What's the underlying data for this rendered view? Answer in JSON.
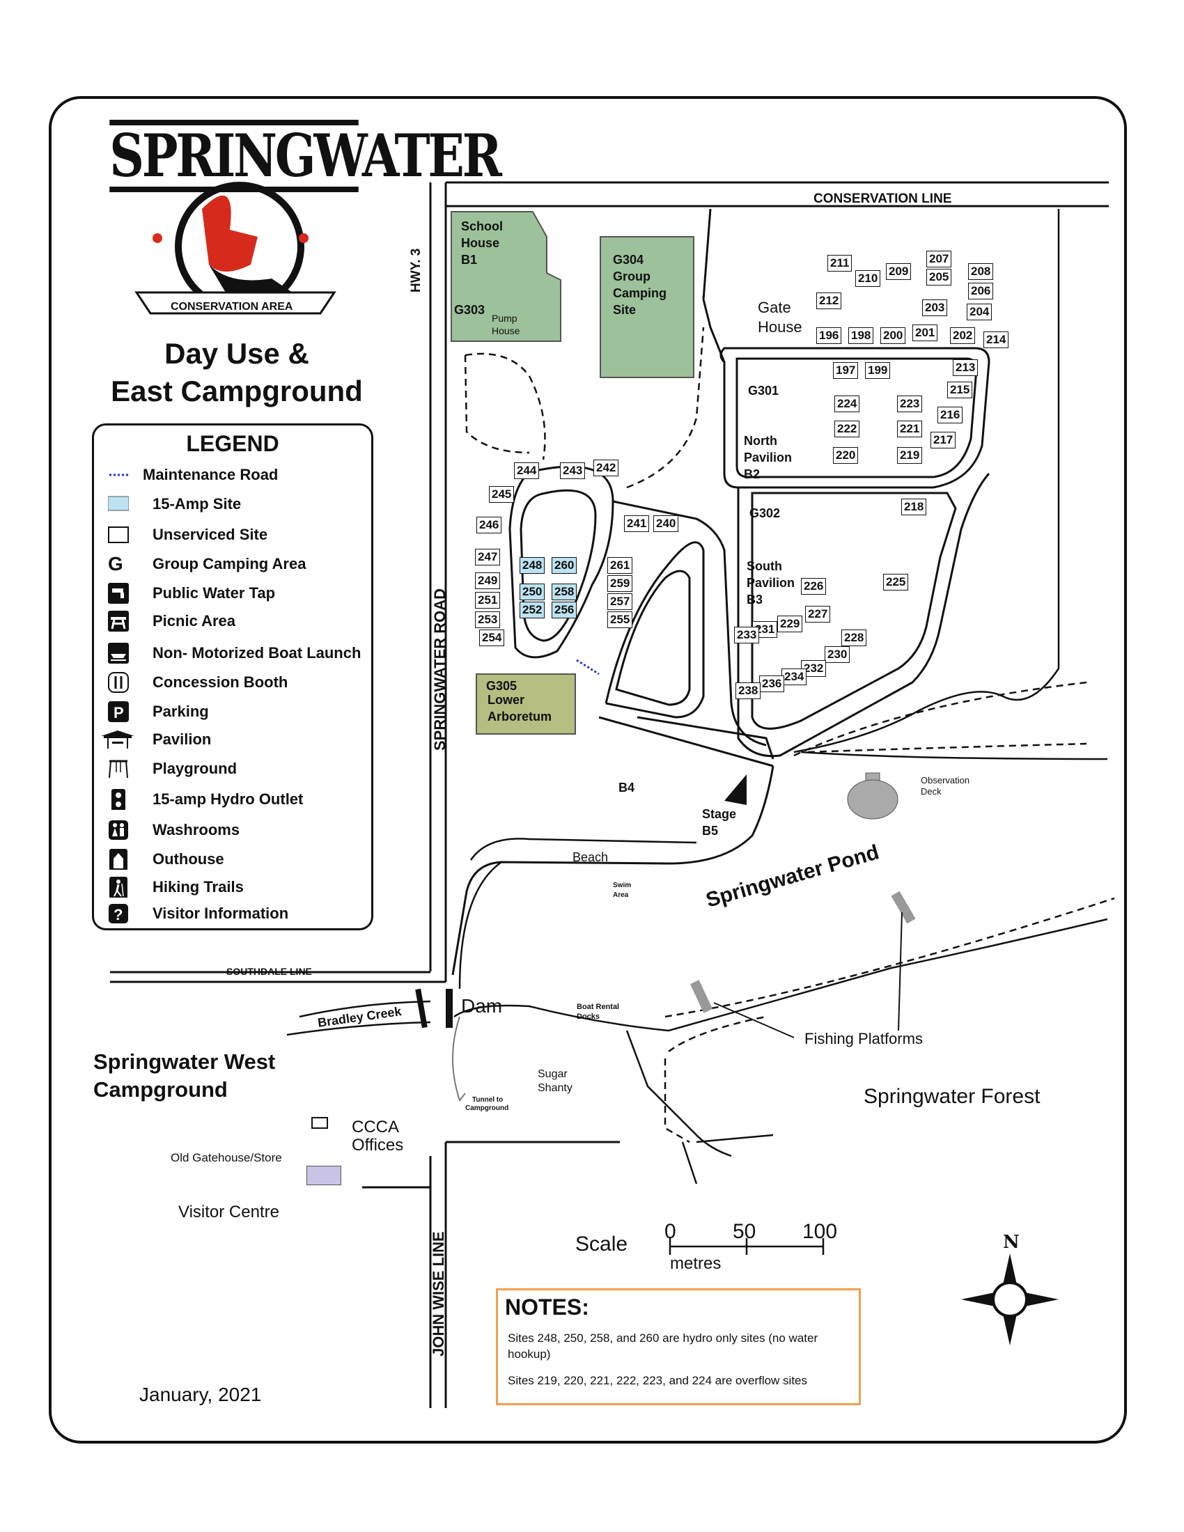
{
  "header": {
    "brand": "SPRINGWATER",
    "ribbon": "CONSERVATION AREA",
    "title_line1": "Day Use &",
    "title_line2": "East Campground"
  },
  "legend": {
    "title": "LEGEND",
    "items": [
      {
        "label": "Maintenance Road",
        "icon": "dotted-blue-line"
      },
      {
        "label": "15-Amp Site",
        "icon": "blue-square"
      },
      {
        "label": "Unserviced Site",
        "icon": "white-square"
      },
      {
        "label": "Group Camping Area",
        "icon": "letter-g"
      },
      {
        "label": "Public Water Tap",
        "icon": "water-tap-icon"
      },
      {
        "label": "Picnic Area",
        "icon": "picnic-table-icon"
      },
      {
        "label": "Non- Motorized Boat Launch",
        "icon": "boat-launch-icon"
      },
      {
        "label": "Concession Booth",
        "icon": "utensils-icon"
      },
      {
        "label": "Parking",
        "icon": "parking-icon"
      },
      {
        "label": "Pavilion",
        "icon": "pavilion-icon"
      },
      {
        "label": "Playground",
        "icon": "playground-icon"
      },
      {
        "label": "15-amp Hydro Outlet",
        "icon": "outlet-icon"
      },
      {
        "label": "Washrooms",
        "icon": "washroom-icon"
      },
      {
        "label": "Outhouse",
        "icon": "outhouse-icon"
      },
      {
        "label": "Hiking Trails",
        "icon": "hiker-icon"
      },
      {
        "label": "Visitor Information",
        "icon": "question-icon"
      }
    ]
  },
  "roads": {
    "conservation_line": "CONSERVATION LINE",
    "hwy3": "HWY. 3",
    "springwater_road": "SPRINGWATER ROAD",
    "southdale_line": "SOUTHDALE LINE",
    "john_wise_line": "JOHN WISE LINE"
  },
  "places": {
    "school_house": "School",
    "school_house2": "House",
    "school_house3": "B1",
    "g303": "G303",
    "pump": "Pump",
    "pump2": "House",
    "g304": "G304",
    "g304b": "Group",
    "g304c": "Camping",
    "g304d": "Site",
    "gate": "Gate",
    "gate2": "House",
    "g301": "G301",
    "north_pav": "North",
    "north_pav2": "Pavilion",
    "north_pav3": "B2",
    "g302": "G302",
    "south_pav": "South",
    "south_pav2": "Pavilion",
    "south_pav3": "B3",
    "g305": "G305",
    "g305b": "Lower",
    "g305c": "Arboretum",
    "b4": "B4",
    "stage": "Stage",
    "stage2": "B5",
    "observation": "Observation",
    "observation2": "Deck",
    "beach": "Beach",
    "swim": "Swim",
    "swim2": "Area",
    "pond": "Springwater Pond",
    "dam": "Dam",
    "bradley": "Bradley Creek",
    "boat_rental": "Boat Rental",
    "boat_rental2": "Docks",
    "fishing": "Fishing Platforms",
    "forest": "Springwater Forest",
    "west_campground": "Springwater West",
    "west_campground2": "Campground",
    "sugar": "Sugar",
    "sugar2": "Shanty",
    "tunnel": "Tunnel to",
    "tunnel2": "Campground",
    "ccca": "CCCA",
    "ccca2": "Offices",
    "old_gate": "Old Gatehouse/Store",
    "visitor_centre": "Visitor Centre"
  },
  "sites": {
    "north_loop": [
      "211",
      "210",
      "209",
      "207",
      "205",
      "203",
      "212",
      "196",
      "198",
      "200",
      "201",
      "202",
      "208",
      "206",
      "204",
      "214"
    ],
    "north_inner": [
      "197",
      "199",
      "213",
      "215",
      "216",
      "217",
      "224",
      "222",
      "220",
      "223",
      "221",
      "219",
      "218"
    ],
    "south_loop": [
      "225",
      "226",
      "227",
      "229",
      "231",
      "233",
      "228",
      "230",
      "232",
      "234",
      "236",
      "238"
    ],
    "west_loop": [
      "244",
      "243",
      "242",
      "245",
      "246",
      "247",
      "249",
      "251",
      "253",
      "254",
      "241",
      "240",
      "261",
      "259",
      "257",
      "255"
    ],
    "hydro": [
      "248",
      "260",
      "250",
      "258",
      "252",
      "256"
    ]
  },
  "scale": {
    "label": "Scale",
    "ticks": [
      "0",
      "50",
      "100"
    ],
    "unit": "metres"
  },
  "compass": "N",
  "notes": {
    "heading": "NOTES:",
    "line1": "Sites 248, 250, 258, and 260 are hydro only sites (no water hookup)",
    "line2": "Sites 219, 220, 221, 222, 223, and 224 are overflow sites"
  },
  "date": "January, 2021",
  "colors": {
    "group_green": "#9dc19a",
    "arboretum_green": "#b5bd80",
    "hydro_blue": "#bde3f2",
    "maintenance_blue": "#2233cc",
    "notes_border": "#f0a050",
    "deck_gray": "#aaaaaa",
    "visitor_purple": "#c9c3e6"
  }
}
